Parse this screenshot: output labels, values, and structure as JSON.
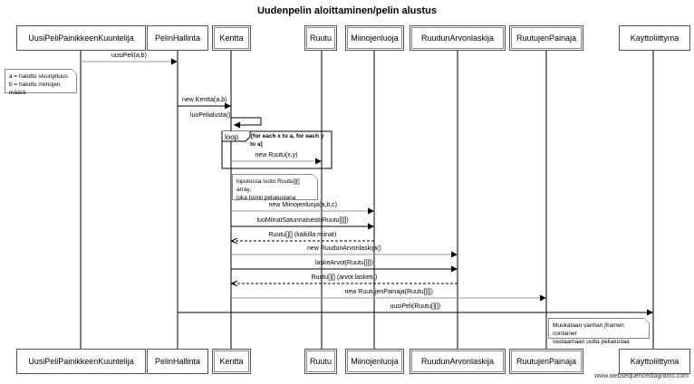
{
  "diagram": {
    "title": "Uudenpelin aloittaminen/pelin alustus",
    "participants": [
      {
        "id": "kuuntelija",
        "label": "UusiPeliPainikkeenKuuntelija"
      },
      {
        "id": "pelinhallinta",
        "label": "PelinHallinta"
      },
      {
        "id": "kentta",
        "label": "Kentta"
      },
      {
        "id": "ruutu",
        "label": "Ruutu"
      },
      {
        "id": "miinojenluoja",
        "label": "Miinojenluoja"
      },
      {
        "id": "ruudunarvonlaskija",
        "label": "RuudunArvonlaskija"
      },
      {
        "id": "ruutujenpainaja",
        "label": "RuutujenPainaja"
      },
      {
        "id": "kayttoliittyma",
        "label": "Kayttoliittyma"
      }
    ],
    "messages": [
      {
        "label": "uusiPeli(a,b)"
      },
      {
        "label": "new Kentta(a,b)"
      },
      {
        "label": "luoPelialusta()"
      },
      {
        "label": "new Ruutu(x,y)"
      },
      {
        "label": "new Miinojenluoja(a,b,c)"
      },
      {
        "label": "luoMiinatSatunnaisesti(Ruutu[][])"
      },
      {
        "label": "Ruutu[][] (kaikilla miinat)"
      },
      {
        "label": "new RuudunArvonlaskija()"
      },
      {
        "label": "laskeArvot(Ruutu[][])"
      },
      {
        "label": "Ruutu[][] (arvot lasketu)"
      },
      {
        "label": "new RuutujenPainaja(Ruutu[][])"
      },
      {
        "label": "uusiPeli(Ruutu[][])"
      }
    ],
    "loop": {
      "tag": "loop",
      "condition_line1": "[for each x to a, for each y",
      "condition_line2": "to a]"
    },
    "notes": [
      {
        "lines": [
          "a = haluttu sivunpituus",
          "b = haluttu miinojen määrä"
        ]
      },
      {
        "lines": [
          "lopulussa luotu Ruutu[][] array,",
          "joka toimii pelialustana"
        ]
      },
      {
        "lines": [
          "Muokataan vanhan jframen container",
          "vastaamaan uutta pelialustaa"
        ]
      }
    ],
    "watermark": "www.websequencediagrams.com"
  }
}
